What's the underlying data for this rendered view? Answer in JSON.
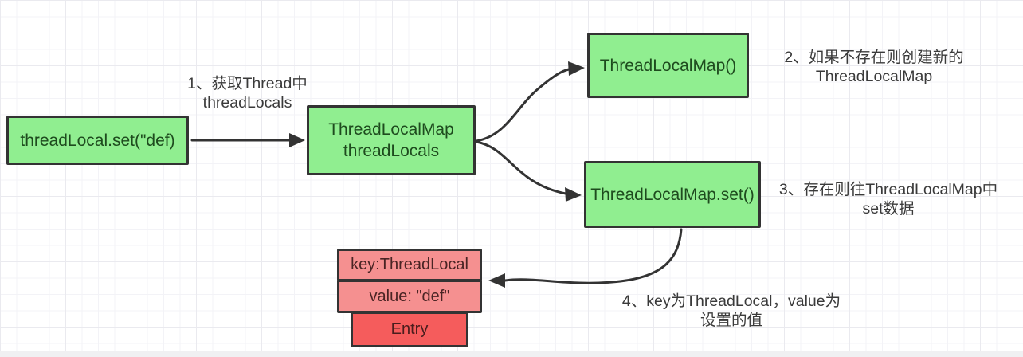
{
  "diagram": {
    "title_implicit": "ThreadLocal set 流程",
    "colors": {
      "node_green_fill": "#90ee90",
      "node_pink_fill": "#f59090",
      "node_red_fill": "#f55c5c",
      "node_border": "#333333",
      "arrow": "#333333",
      "grid_line": "#f3f3f7"
    },
    "nodes": {
      "thread_local_set": {
        "label": "threadLocal.set(\"def)"
      },
      "thread_local_map": {
        "line1": "ThreadLocalMap",
        "line2": "threadLocals"
      },
      "thread_local_map_ctor": {
        "label": "ThreadLocalMap()"
      },
      "thread_local_map_set": {
        "label": "ThreadLocalMap.set()"
      },
      "entry_key": {
        "label": "key:ThreadLocal"
      },
      "entry_value": {
        "label": "value: \"def\""
      },
      "entry": {
        "label": "Entry"
      }
    },
    "annotations": {
      "step1": {
        "line1": "1、获取Thread中",
        "line2": "threadLocals"
      },
      "step2": {
        "line1": "2、如果不存在则创建新的",
        "line2": "ThreadLocalMap"
      },
      "step3": {
        "line1": "3、存在则往ThreadLocalMap中",
        "line2": "set数据"
      },
      "step4": {
        "line1": "4、key为ThreadLocal，value为",
        "line2": "设置的值"
      }
    }
  }
}
